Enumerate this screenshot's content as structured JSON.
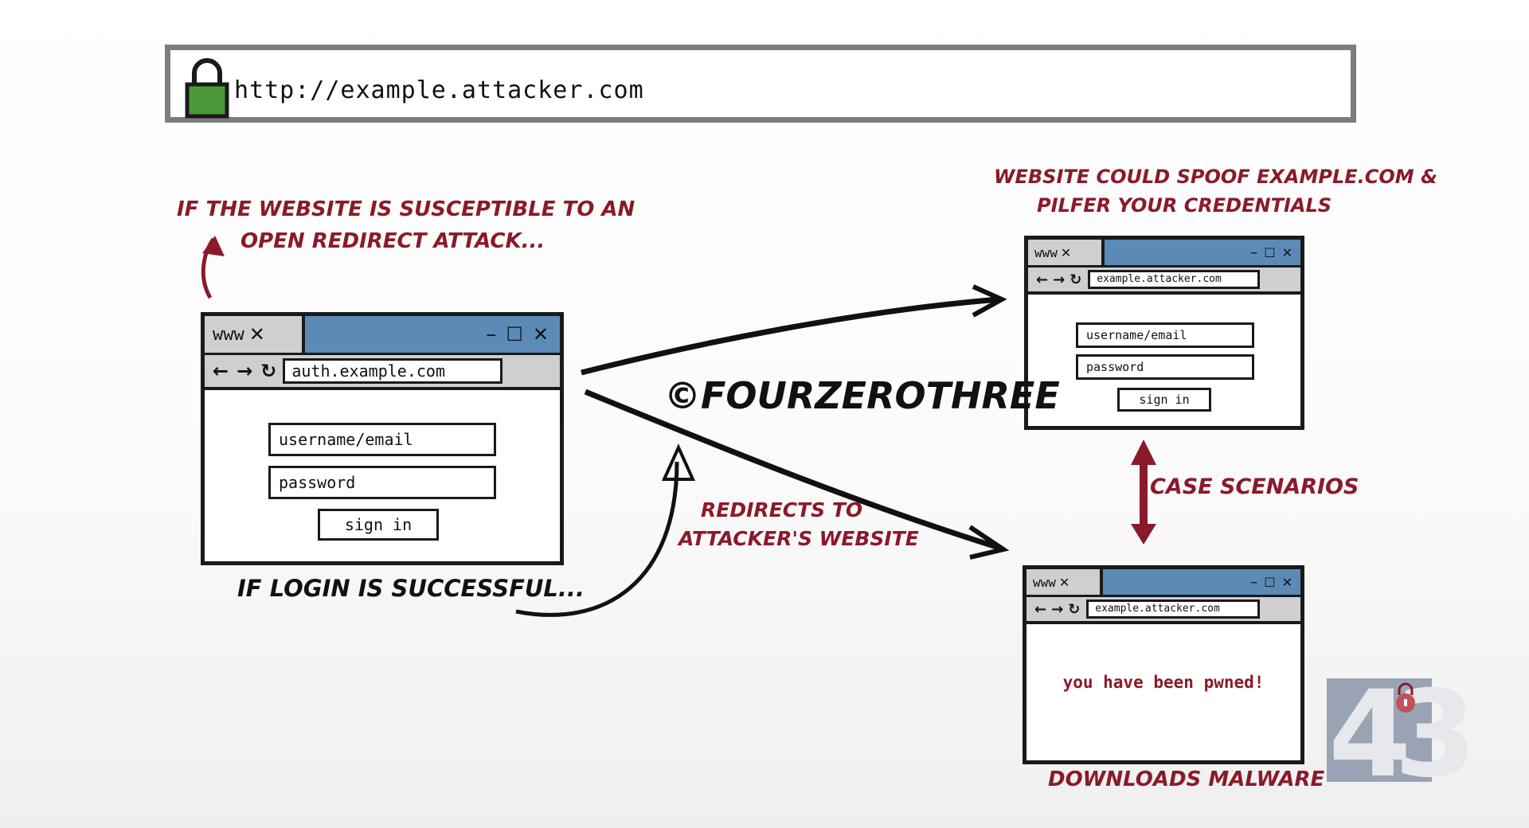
{
  "address_bar": {
    "url": "http://example.attacker.com",
    "icon": "lock-icon"
  },
  "left_window": {
    "titlebar_text": "www",
    "url": "auth.example.com",
    "username_placeholder": "username/email",
    "password_placeholder": "password",
    "signin_label": "sign in"
  },
  "top_right_window": {
    "titlebar_text": "www",
    "url": "example.attacker.com",
    "username_placeholder": "username/email",
    "password_placeholder": "password",
    "signin_label": "sign in"
  },
  "bottom_right_window": {
    "titlebar_text": "www",
    "url": "example.attacker.com",
    "message": "you have been pwned!"
  },
  "annotations": {
    "open_redirect_line1": "IF THE WEBSITE IS SUSCEPTIBLE TO AN",
    "open_redirect_line2": "OPEN REDIRECT ATTACK...",
    "login_success": "IF LOGIN IS SUCCESSFUL...",
    "redirects_line1": "REDIRECTS TO",
    "redirects_line2": "ATTACKER'S WEBSITE",
    "spoof_line1": "WEBSITE COULD SPOOF EXAMPLE.COM &",
    "spoof_line2": "PILFER YOUR CREDENTIALS",
    "case_scenarios": "CASE SCENARIOS",
    "downloads_malware": "DOWNLOADS MALWARE",
    "watermark": "©FOURZEROTHREE"
  },
  "logo": {
    "text": "43"
  },
  "colors": {
    "accent_red": "#8a1a2a",
    "titlebar_blue": "#5b8ab7",
    "lock_green": "#4a9a3a",
    "toolbar_gray": "#cfcfcf"
  }
}
